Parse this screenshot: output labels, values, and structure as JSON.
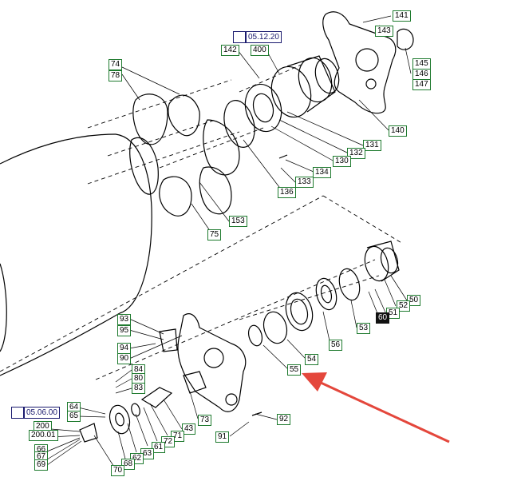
{
  "refs": {
    "top": "05.12.20",
    "bottom": "05.06.00"
  },
  "labels": {
    "p141": "141",
    "p143": "143",
    "p145": "145",
    "p146": "146",
    "p147": "147",
    "p142": "142",
    "p400": "400",
    "p74": "74",
    "p78": "78",
    "p140": "140",
    "p131": "131",
    "p132": "132",
    "p130": "130",
    "p134": "134",
    "p133": "133",
    "p136": "136",
    "p153": "153",
    "p75": "75",
    "p50": "50",
    "p52": "52",
    "p51": "51",
    "p60": "60",
    "p53": "53",
    "p56": "56",
    "p54": "54",
    "p55": "55",
    "p93": "93",
    "p95": "95",
    "p94": "94",
    "p90": "90",
    "p84": "84",
    "p80": "80",
    "p83": "83",
    "p64": "64",
    "p65": "65",
    "p73": "73",
    "p43": "43",
    "p71": "71",
    "p72": "72",
    "p61": "61",
    "p63": "63",
    "p62": "62",
    "p68": "68",
    "p70": "70",
    "p92": "92",
    "p91": "91",
    "p200": "200",
    "p20001": "200.01",
    "p66": "66",
    "p67": "67",
    "p69": "69"
  },
  "colors": {
    "label_border": "#1e7a2e",
    "ref_border": "#1a1a6e",
    "selected_label": "#111111",
    "arrow": "#e4473c"
  }
}
